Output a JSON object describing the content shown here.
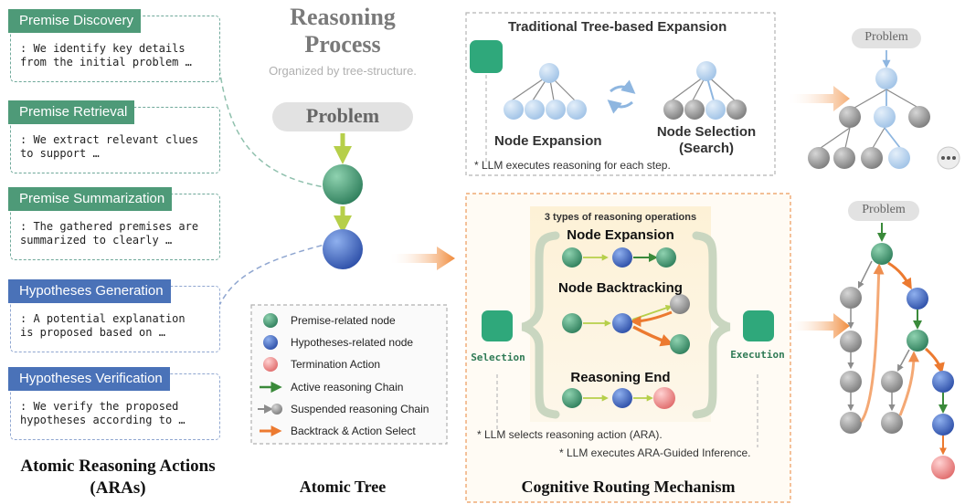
{
  "aras": {
    "cards": [
      {
        "title": "Premise Discovery",
        "line1": ": We identify key details",
        "line2": "from the initial problem …",
        "color": "#4e9a78"
      },
      {
        "title": "Premise Retrieval",
        "line1": ": We extract relevant clues",
        "line2": "to support …",
        "color": "#4e9a78"
      },
      {
        "title": "Premise Summarization",
        "line1": ": The gathered premises are",
        "line2": "summarized to clearly …",
        "color": "#4e9a78"
      },
      {
        "title": "Hypotheses Generation",
        "line1": ": A potential explanation",
        "line2": "is proposed based on …",
        "color": "#4a72b8"
      },
      {
        "title": "Hypotheses Verification",
        "line1": ": We verify the proposed",
        "line2": "hypotheses according to …",
        "color": "#4a72b8"
      }
    ],
    "caption_line1": "Atomic Reasoning Actions",
    "caption_line2": "(ARAs)"
  },
  "tree": {
    "title_line1": "Reasoning",
    "title_line2": "Process",
    "subtitle": "Organized by tree-structure.",
    "problem": "Problem",
    "caption": "Atomic Tree"
  },
  "legend": {
    "items": [
      {
        "label": "Premise-related node",
        "icon": "green-node-icon"
      },
      {
        "label": "Hypotheses-related node",
        "icon": "blue-node-icon"
      },
      {
        "label": "Termination Action",
        "icon": "pink-node-icon"
      },
      {
        "label": "Active reasoning Chain",
        "icon": "green-arrow-icon"
      },
      {
        "label": "Suspended reasoning Chain",
        "icon": "gray-arrow-icon"
      },
      {
        "label": "Backtrack & Action Select",
        "icon": "orange-arrow-icon"
      }
    ]
  },
  "traditional": {
    "title": "Traditional Tree-based Expansion",
    "node_expansion": "Node Expansion",
    "node_selection_line1": "Node Selection",
    "node_selection_line2": "(Search)",
    "note": "* LLM executes reasoning for each step."
  },
  "routing": {
    "header": "3 types of reasoning operations",
    "op1": "Node Expansion",
    "op2": "Node Backtracking",
    "op3": "Reasoning End",
    "selection": "Selection",
    "execution": "Execution",
    "note1": "* LLM selects reasoning action (ARA).",
    "note2": "* LLM executes ARA-Guided Inference.",
    "caption": "Cognitive Routing Mechanism"
  },
  "right_trees": {
    "top_problem": "Problem",
    "bottom_problem": "Problem"
  },
  "colors": {
    "premise": "#4e9a78",
    "hypothesis": "#4a72b8",
    "termination": "#ec8a8a",
    "active_chain": "#3a8a3a",
    "suspended_chain": "#8c8c8c",
    "backtrack": "#ec7a30",
    "light_blue": "#b8d4ef"
  }
}
